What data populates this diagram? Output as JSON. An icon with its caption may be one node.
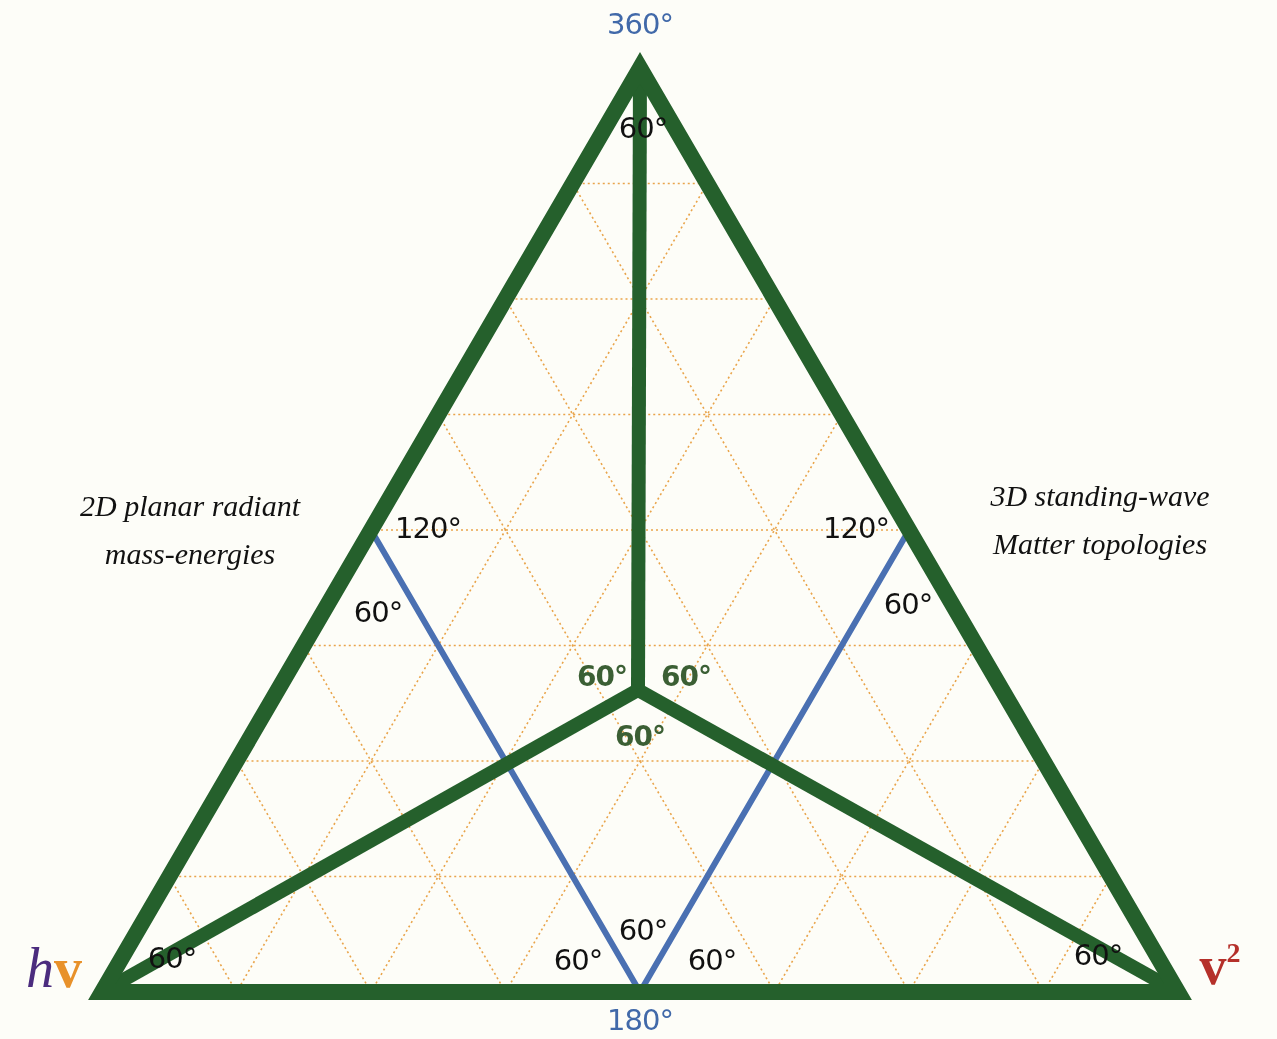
{
  "diagram": {
    "labels": [
      "360°",
      "60°",
      "2D planar radiant mass-energies",
      "3D standing-wave Matter topologies",
      "120°",
      "120°",
      "60°",
      "60°",
      "60°",
      "60°",
      "60°",
      "60°",
      "hv",
      "60°",
      "60°",
      "60°",
      "60°",
      "v$^{2}$",
      "180°"
    ]
  }
}
